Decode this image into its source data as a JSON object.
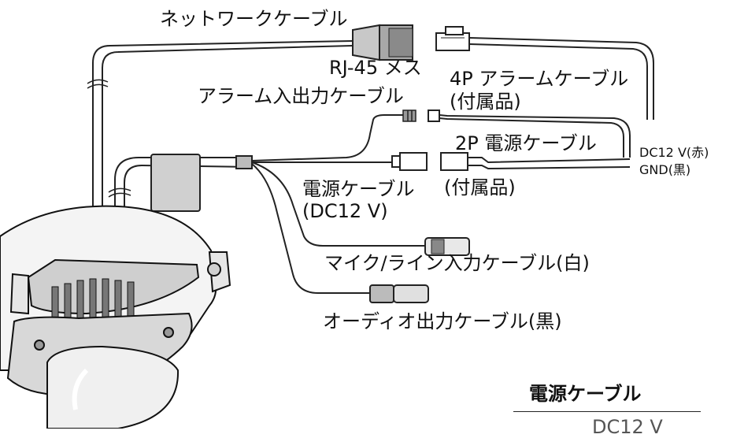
{
  "labels": {
    "network_cable": "ネットワークケーブル",
    "rj45_female": "RJ-45 メス",
    "alarm_4p_line1": "4P アラームケーブル",
    "alarm_4p_line2": "(付属品)",
    "alarm_io_cable": "アラーム入出力ケーブル",
    "power_2p_cable": "2P 電源ケーブル",
    "dc12v_red": "DC12 V(赤)",
    "gnd_black": "GND(黒)",
    "power_cable_line1": "電源ケーブル",
    "power_cable_line2": "(DC12 V)",
    "supplied_accessory": "(付属品)",
    "mic_line_input_cable": "マイク/ライン入力ケーブル(白)",
    "audio_output_cable": "オーディオ出力ケーブル(黒)"
  },
  "legend": {
    "title": "電源ケーブル",
    "subtitle": "DC12 V"
  }
}
